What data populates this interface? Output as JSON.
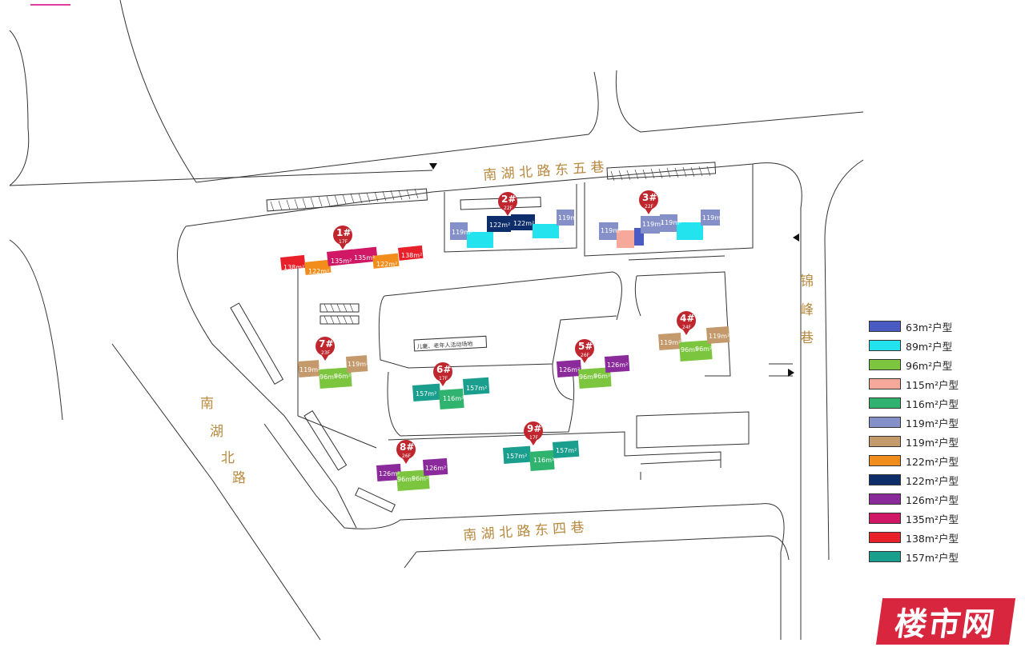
{
  "roads": {
    "north": "南 湖 北 路 东 五 巷",
    "south": "南 湖 北 路 东 四 巷",
    "west": [
      "南",
      "湖",
      "北",
      "路"
    ],
    "east": [
      "锦",
      "峰",
      "巷"
    ]
  },
  "legend": [
    {
      "label": "63m²户型",
      "color": "#4b5bc4"
    },
    {
      "label": "89m²户型",
      "color": "#22e3ee"
    },
    {
      "label": "96m²户型",
      "color": "#7cc63f"
    },
    {
      "label": "115m²户型",
      "color": "#f6a99a"
    },
    {
      "label": "116m²户型",
      "color": "#2fb36e"
    },
    {
      "label": "119m²户型",
      "color": "#8690c8"
    },
    {
      "label": "119m²户型",
      "color": "#c49a6c"
    },
    {
      "label": "122m²户型",
      "color": "#f28c1b"
    },
    {
      "label": "122m²户型",
      "color": "#0d2d6b"
    },
    {
      "label": "126m²户型",
      "color": "#8b2a9a"
    },
    {
      "label": "135m²户型",
      "color": "#d01866"
    },
    {
      "label": "138m²户型",
      "color": "#e8202a"
    },
    {
      "label": "157m²户型",
      "color": "#1a9e8e"
    }
  ],
  "buildings": [
    {
      "num": "1#",
      "floors": "17F"
    },
    {
      "num": "2#",
      "floors": "22F"
    },
    {
      "num": "3#",
      "floors": "22F"
    },
    {
      "num": "4#",
      "floors": "24F"
    },
    {
      "num": "5#",
      "floors": "26F"
    },
    {
      "num": "6#",
      "floors": "17F"
    },
    {
      "num": "7#",
      "floors": "23F"
    },
    {
      "num": "8#",
      "floors": "26F"
    },
    {
      "num": "9#",
      "floors": "17F"
    }
  ],
  "units": {
    "u138": "138m²",
    "u135": "135m²",
    "u122": "122m²",
    "u119": "119m²",
    "u126": "126m²",
    "u96": "96m²",
    "u157": "157m²",
    "u116": "116m²"
  },
  "notes": {
    "activity": "儿童、老年人活动场地"
  },
  "logo": "楼市网"
}
